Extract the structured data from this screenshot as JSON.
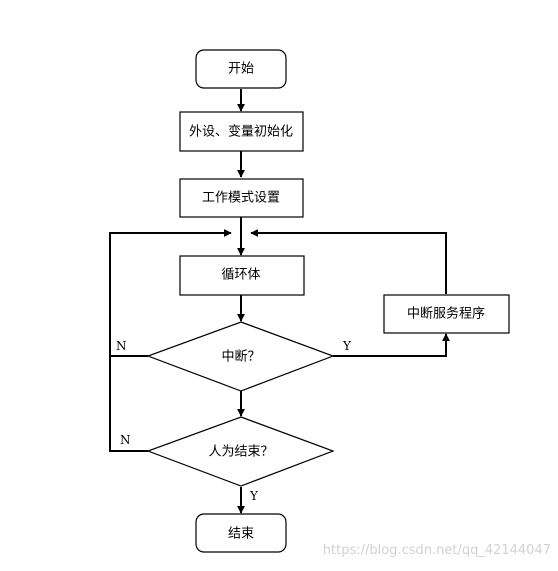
{
  "nodes": {
    "start": "开始",
    "init": "外设、变量初始化",
    "mode": "工作模式设置",
    "loop": "循环体",
    "isr": "中断服务程序",
    "interrupt": "中断？",
    "manual_end": "人为结束？",
    "end": "结束"
  },
  "edge_labels": {
    "interrupt_no": "N",
    "interrupt_yes": "Y",
    "manual_no": "N",
    "manual_yes": "Y"
  },
  "watermark": "https://blog.csdn.net/qq_42144047"
}
